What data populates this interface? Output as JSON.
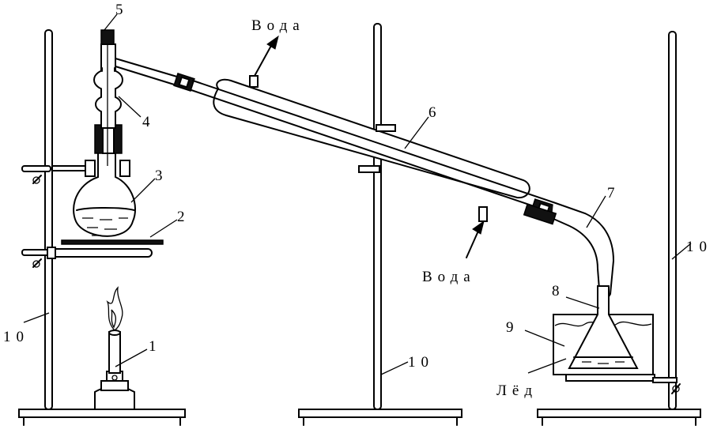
{
  "labels": {
    "burner": "1",
    "plate": "2",
    "flask": "3",
    "column": "4",
    "thermometer": "5",
    "condenser": "6",
    "adapter": "7",
    "receiver": "8",
    "bath": "9",
    "stand_left": "10",
    "stand_middle": "10",
    "stand_right": "10"
  },
  "text": {
    "water_out": "Вода",
    "water_in": "Вода",
    "ice": "Лёд"
  }
}
